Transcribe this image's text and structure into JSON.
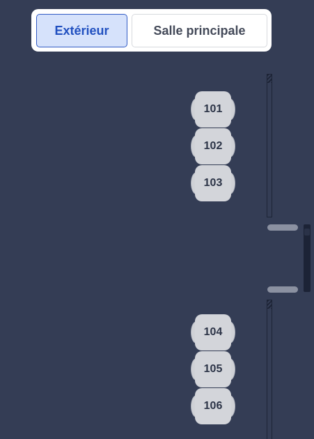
{
  "tabs": [
    {
      "label": "Extérieur",
      "active": true
    },
    {
      "label": "Salle principale",
      "active": false
    }
  ],
  "tables": [
    {
      "number": "101"
    },
    {
      "number": "102"
    },
    {
      "number": "103"
    },
    {
      "number": "104"
    },
    {
      "number": "105"
    },
    {
      "number": "106"
    }
  ],
  "colors": {
    "background": "#343d55",
    "active_tab_bg": "#d6e2fb",
    "active_tab_text": "#2150c0",
    "table": "#d3d5da"
  }
}
